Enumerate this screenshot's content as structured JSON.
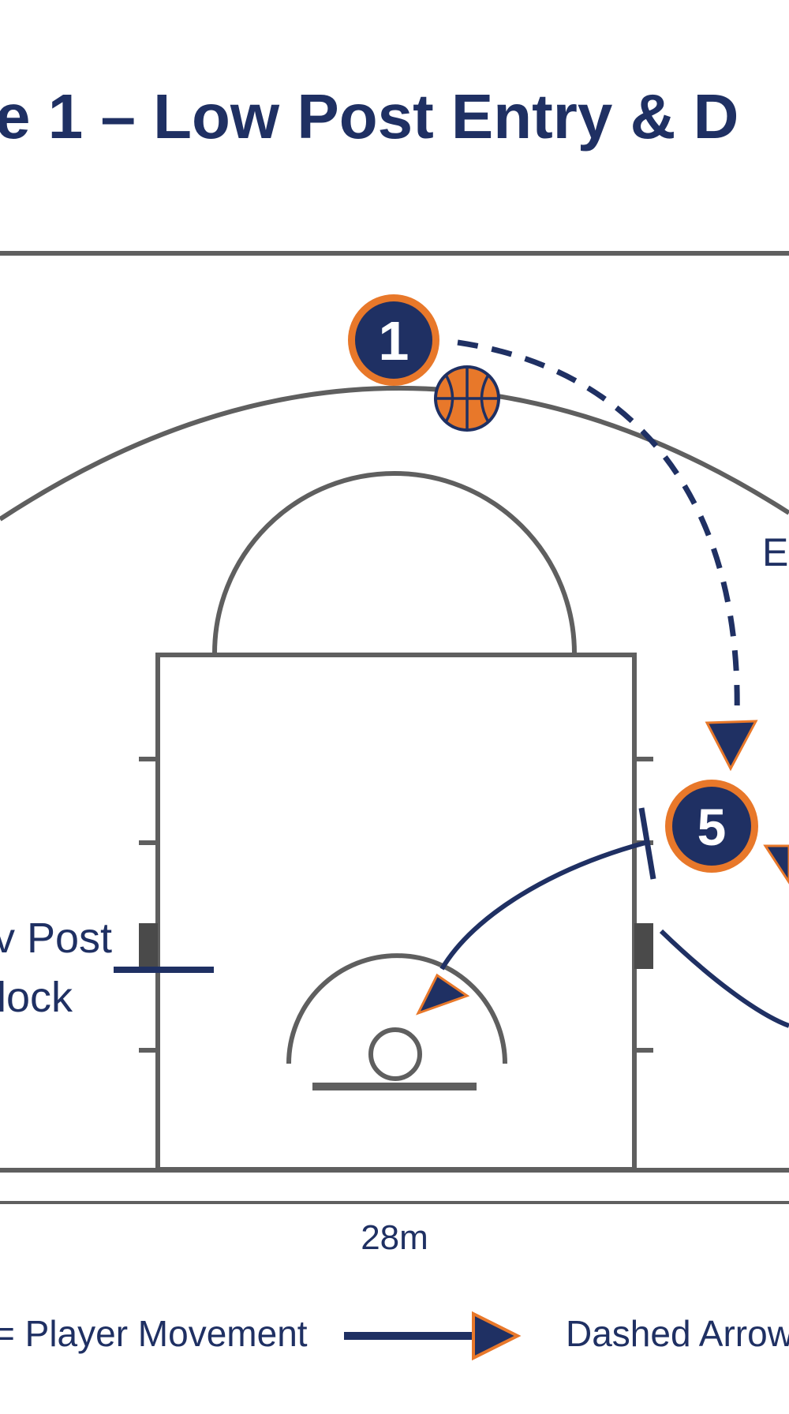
{
  "title": "e 1 – Low Post Entry & D",
  "players": [
    {
      "number": "1"
    },
    {
      "number": "5"
    }
  ],
  "annotations": {
    "entry_label_fragment": "E",
    "low_post_line1": "v Post",
    "low_post_line2": "lock",
    "dimension": "28m"
  },
  "legend": {
    "movement_label": "= Player Movement",
    "dashed_label": "Dashed Arrow"
  },
  "icons": {
    "ball": "basketball-icon"
  },
  "colors": {
    "navy": "#1f3063",
    "orange": "#e8782a",
    "court_line": "#5f5f5f",
    "block": "#4a4a4a"
  }
}
